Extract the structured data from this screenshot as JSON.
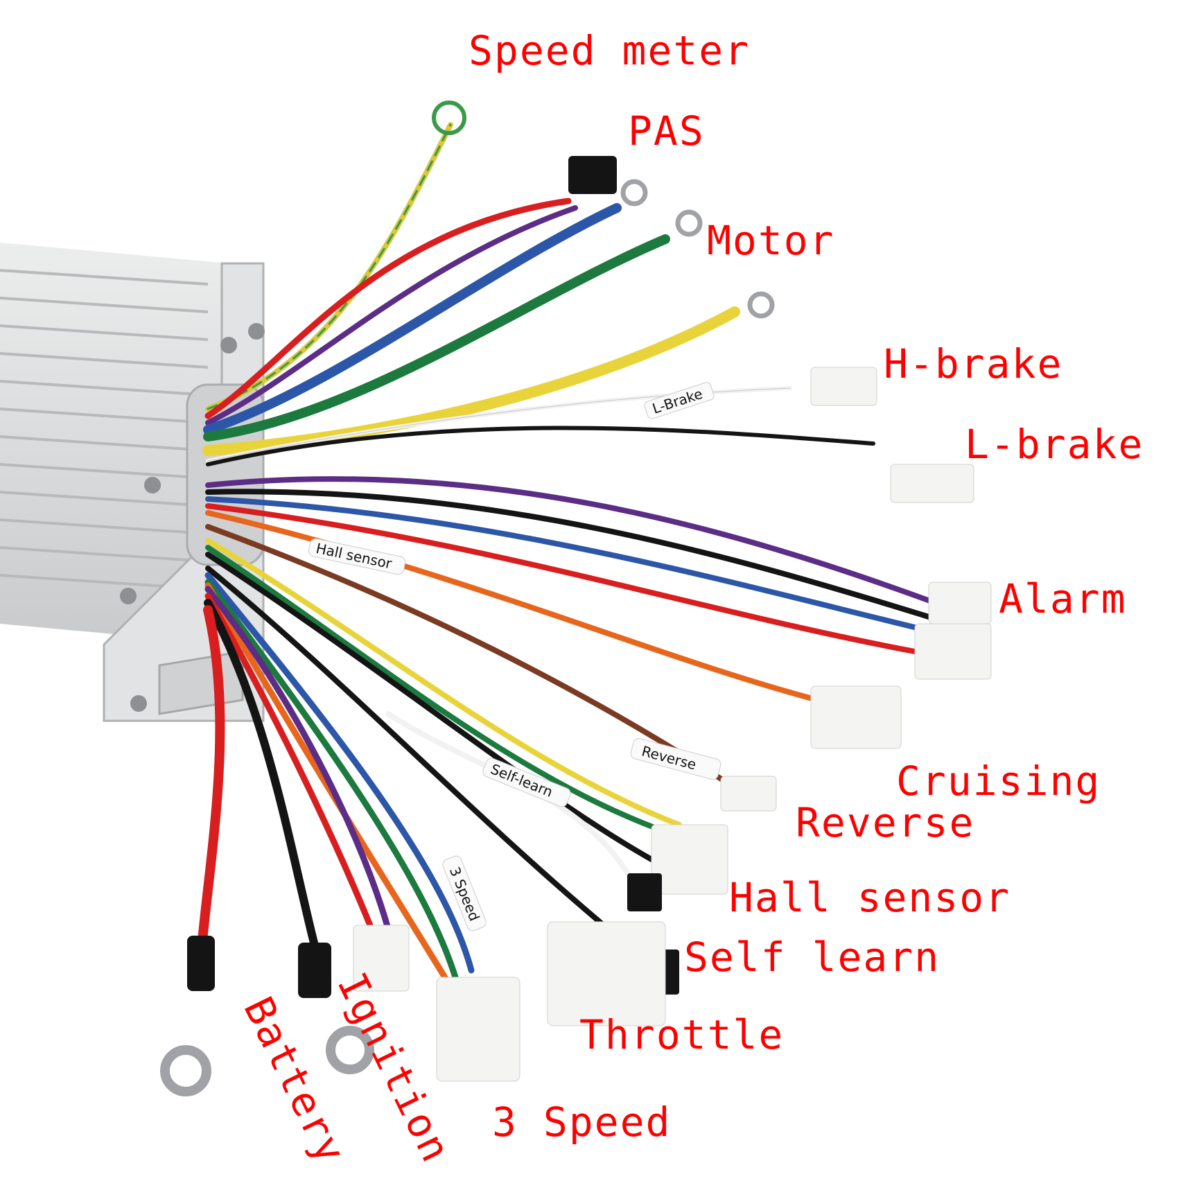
{
  "labels": {
    "speed_meter": "Speed meter",
    "pas": "PAS",
    "motor": "Motor",
    "h_brake": "H-brake",
    "l_brake": "L-brake",
    "alarm": "Alarm",
    "cruising": "Cruising",
    "reverse": "Reverse",
    "hall_sensor": "Hall sensor",
    "self_learn": "Self learn",
    "throttle": "Throttle",
    "three_speed": "3 Speed",
    "battery": "Battery",
    "ignition": "Ignition"
  },
  "wire_tags": {
    "reverse": "Reverse",
    "self_learn": "Self-learn",
    "three_speed": "3 Speed",
    "hall_sensor": "Hall sensor",
    "l_brake": "L-Brake"
  },
  "colors": {
    "label": "#ff0000",
    "casing": "#d9dadc",
    "wire_red": "#d81e1e",
    "wire_black": "#141414",
    "wire_yellow": "#e8d43a",
    "wire_green": "#1c7a3e",
    "wire_blue": "#2c56a8",
    "wire_purple": "#5b2d86",
    "wire_orange": "#e8651c",
    "wire_brown": "#7a3b22",
    "wire_white": "#f2f2f2"
  }
}
